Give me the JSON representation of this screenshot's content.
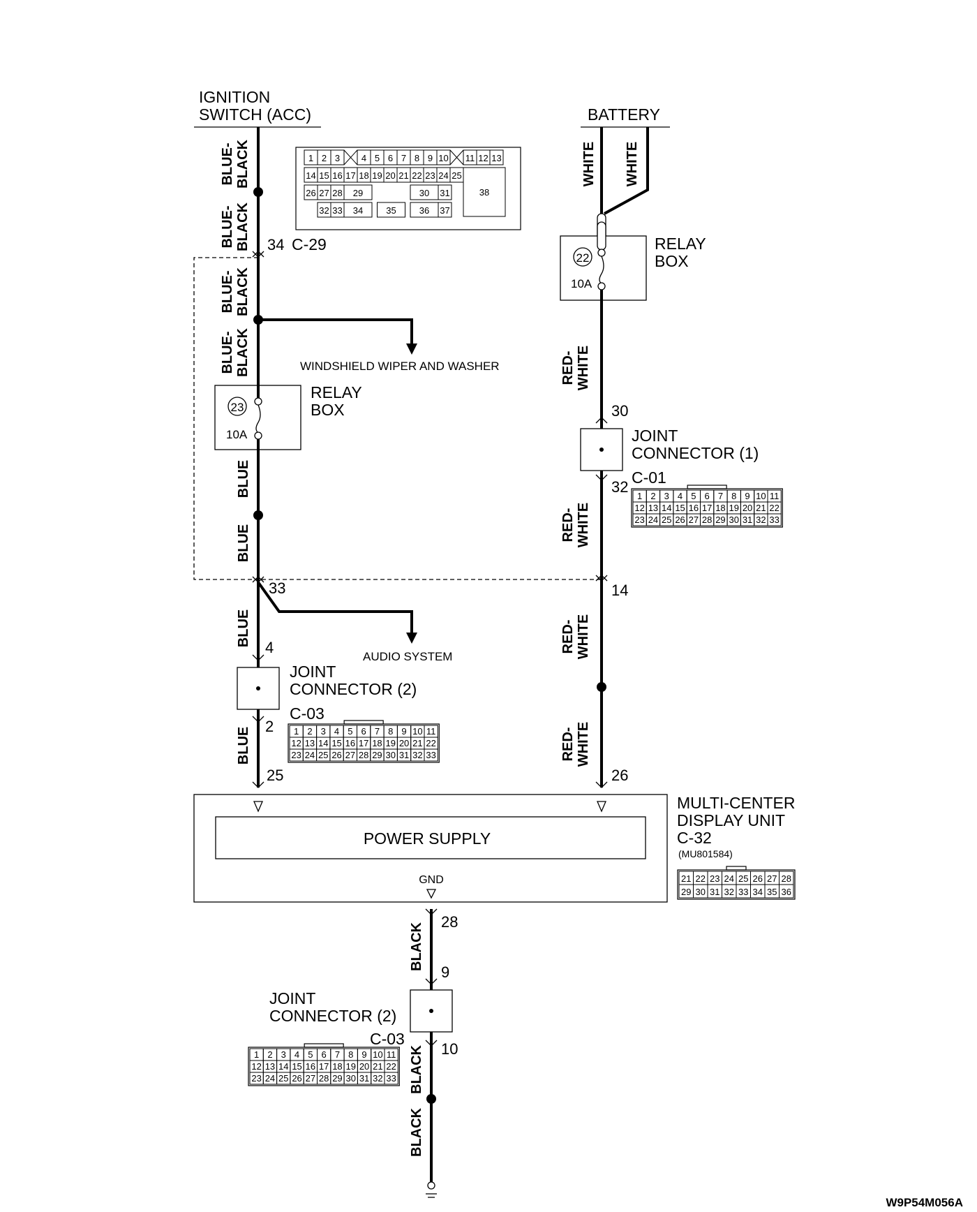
{
  "labels": {
    "ignition_switch_line1": "IGNITION",
    "ignition_switch_line2": "SWITCH (ACC)",
    "battery": "BATTERY",
    "relay_box_left_line1": "RELAY",
    "relay_box_left_line2": "BOX",
    "relay_box_right_line1": "RELAY",
    "relay_box_right_line2": "BOX",
    "fuse_23_number": "23",
    "fuse_23_rating": "10A",
    "fuse_22_number": "22",
    "fuse_22_rating": "10A",
    "windshield": "WINDSHIELD WIPER AND WASHER",
    "audio": "AUDIO SYSTEM",
    "jc1_line1": "JOINT",
    "jc1_line2": "CONNECTOR (1)",
    "jc1_code": "C-01",
    "jc2_top_line1": "JOINT",
    "jc2_top_line2": "CONNECTOR (2)",
    "jc2_top_code": "C-03",
    "jc2_bottom_line1": "JOINT",
    "jc2_bottom_line2": "CONNECTOR (2)",
    "jc2_bottom_code": "C-03",
    "mcdu_line1": "MULTI-CENTER",
    "mcdu_line2": "DISPLAY UNIT",
    "mcdu_code": "C-32",
    "mcdu_part": "(MU801584)",
    "power_supply": "POWER SUPPLY",
    "gnd": "GND",
    "c29_code": "C-29",
    "figure_id": "W9P54M056A"
  },
  "wire_colors": {
    "blue_black_line1": "BLUE-",
    "blue_black_line2": "BLACK",
    "blue": "BLUE",
    "white": "WHITE",
    "red_white_line1": "RED-",
    "red_white_line2": "WHITE",
    "black": "BLACK"
  },
  "pins": {
    "p34": "34",
    "p33": "33",
    "p4": "4",
    "p2": "2",
    "p25": "25",
    "p30": "30",
    "p32": "32",
    "p14": "14",
    "p26": "26",
    "p28": "28",
    "p9": "9",
    "p10": "10"
  },
  "connector_c29": {
    "row1": [
      "1",
      "2",
      "3",
      "",
      "4",
      "5",
      "6",
      "7",
      "8",
      "9",
      "10",
      "",
      "11",
      "12",
      "13"
    ],
    "row2": [
      "14",
      "15",
      "16",
      "17",
      "18",
      "19",
      "20",
      "21",
      "22",
      "23",
      "24",
      "25"
    ],
    "row3": [
      "26",
      "27",
      "28",
      "29",
      "30",
      "31",
      "38"
    ],
    "row4": [
      "32",
      "33",
      "34",
      "35",
      "36",
      "37"
    ]
  },
  "connector_c01_c03": {
    "row1": [
      "1",
      "2",
      "3",
      "4",
      "5",
      "6",
      "7",
      "8",
      "9",
      "10",
      "11"
    ],
    "row2": [
      "12",
      "13",
      "14",
      "15",
      "16",
      "17",
      "18",
      "19",
      "20",
      "21",
      "22"
    ],
    "row3": [
      "23",
      "24",
      "25",
      "26",
      "27",
      "28",
      "29",
      "30",
      "31",
      "32",
      "33"
    ]
  },
  "connector_c32": {
    "row1": [
      "21",
      "22",
      "23",
      "24",
      "25",
      "26",
      "27",
      "28"
    ],
    "row2": [
      "29",
      "30",
      "31",
      "32",
      "33",
      "34",
      "35",
      "36"
    ]
  }
}
